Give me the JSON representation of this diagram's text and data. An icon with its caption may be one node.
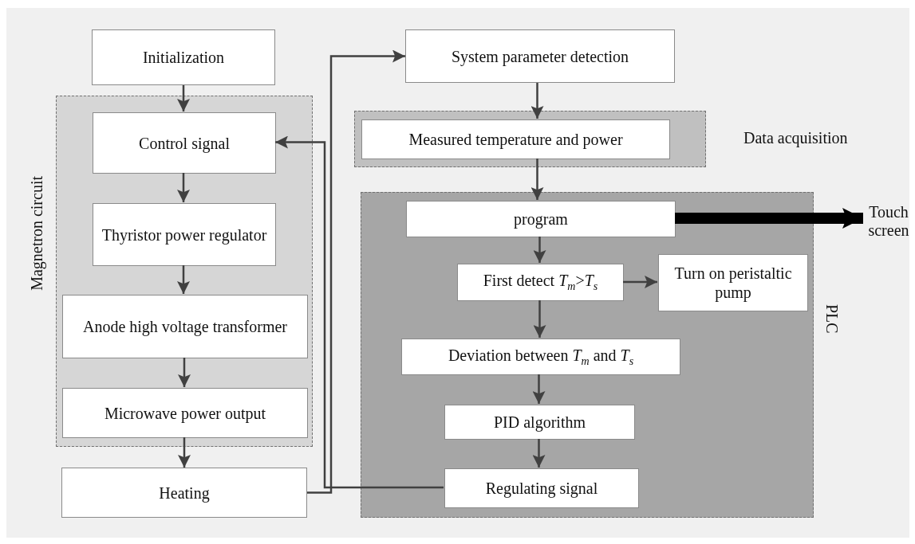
{
  "diagram": {
    "nodes": [
      {
        "text": [
          "Initialization"
        ]
      },
      {
        "text": [
          "Magnetron circuit"
        ]
      },
      {
        "text": [
          "Control signal"
        ],
        "in": 1
      },
      {
        "text": [
          "Thyristor power regulator"
        ],
        "in": 1
      },
      {
        "text": [
          "Anode high voltage transformer"
        ],
        "in": 1
      },
      {
        "text": [
          "Microwave power output"
        ],
        "in": 1
      },
      {
        "text": [
          "Heating"
        ]
      },
      {
        "text": [
          "System parameter detection"
        ]
      },
      {
        "text": [
          "Data acquisition"
        ]
      },
      {
        "text": [
          "Measured temperature and power"
        ],
        "in": 8
      },
      {
        "text": [
          "PLC"
        ]
      },
      {
        "text": [
          "program"
        ],
        "in": 10
      },
      {
        "text": [
          "First detect *T*$_{m}$>*T*$_{s}$"
        ],
        "in": 10
      },
      {
        "text": [
          "Turn on peristaltic pump"
        ],
        "in": 10
      },
      {
        "text": [
          "Deviation between *T*$_{m}$ and *T*$_{s}$"
        ],
        "in": 10
      },
      {
        "text": [
          "PID algorithm"
        ],
        "in": 10
      },
      {
        "text": [
          "Regulating signal"
        ],
        "in": 10
      },
      {
        "text": [
          "Touch screen"
        ]
      }
    ],
    "edges": [
      {
        "from": 0,
        "to": 2,
        "arrow": "to"
      },
      {
        "from": 2,
        "to": 3,
        "arrow": "to"
      },
      {
        "from": 3,
        "to": 4,
        "arrow": "to"
      },
      {
        "from": 4,
        "to": 5,
        "arrow": "to"
      },
      {
        "from": 5,
        "to": 6,
        "arrow": "to"
      },
      {
        "from": 6,
        "to": 7,
        "arrow": "to"
      },
      {
        "from": 7,
        "to": 9,
        "arrow": "to"
      },
      {
        "from": 9,
        "to": 11,
        "arrow": "to"
      },
      {
        "from": 11,
        "to": 17,
        "arrow": "to",
        "style": "thick",
        "color": "#000000"
      },
      {
        "from": 11,
        "to": 12,
        "arrow": "to"
      },
      {
        "from": 12,
        "to": 13,
        "arrow": "to"
      },
      {
        "from": 12,
        "to": 14,
        "arrow": "to"
      },
      {
        "from": 14,
        "to": 15,
        "arrow": "to"
      },
      {
        "from": 15,
        "to": 16,
        "arrow": "to"
      },
      {
        "from": 16,
        "to": 2,
        "arrow": "to"
      }
    ]
  }
}
